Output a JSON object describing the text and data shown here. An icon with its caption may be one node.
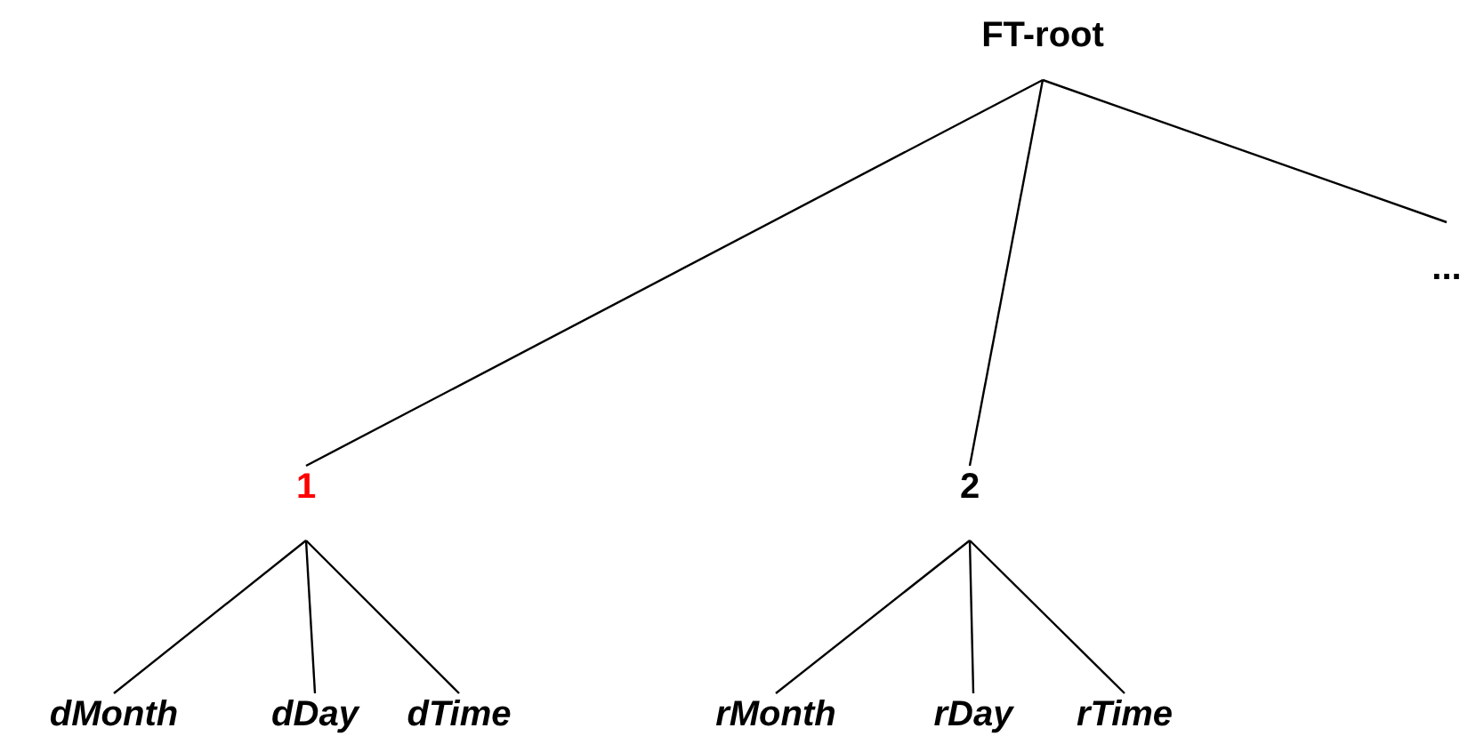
{
  "diagram": {
    "nodes": [
      {
        "text": [
          "FT-root"
        ]
      },
      {
        "text": [
          "1"
        ]
      },
      {
        "text": [
          "2"
        ]
      },
      {
        "text": [
          "..."
        ]
      },
      {
        "text": [
          "dMonth"
        ]
      },
      {
        "text": [
          "dDay"
        ]
      },
      {
        "text": [
          "dTime"
        ]
      },
      {
        "text": [
          "rMonth"
        ]
      },
      {
        "text": [
          "rDay"
        ]
      },
      {
        "text": [
          "rTime"
        ]
      }
    ],
    "edges": [
      {
        "from": 0,
        "to": 1,
        "arrow": "none"
      },
      {
        "from": 0,
        "to": 2,
        "arrow": "none"
      },
      {
        "from": 0,
        "to": 3,
        "arrow": "none"
      },
      {
        "from": 1,
        "to": 4,
        "arrow": "none"
      },
      {
        "from": 1,
        "to": 5,
        "arrow": "none"
      },
      {
        "from": 1,
        "to": 6,
        "arrow": "none"
      },
      {
        "from": 2,
        "to": 7,
        "arrow": "none"
      },
      {
        "from": 2,
        "to": 8,
        "arrow": "none"
      },
      {
        "from": 2,
        "to": 9,
        "arrow": "none"
      }
    ]
  }
}
